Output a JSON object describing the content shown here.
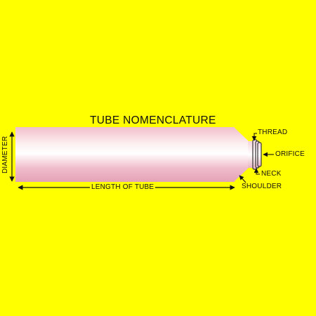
{
  "diagram": {
    "title": "TUBE NOMENCLATURE",
    "labels": {
      "diameter": "DIAMETER",
      "length": "LENGTH OF TUBE",
      "thread": "THREAD",
      "orifice": "ORIFICE",
      "neck": "NECK",
      "shoulder": "SHOULDER"
    },
    "colors": {
      "background": "#ffff00",
      "tube_light": "#fcefef",
      "tube_mid": "#f2bfcb",
      "tube_dark": "#e2a0b2",
      "thread": "#f7dde4",
      "lines": "#111111"
    }
  }
}
